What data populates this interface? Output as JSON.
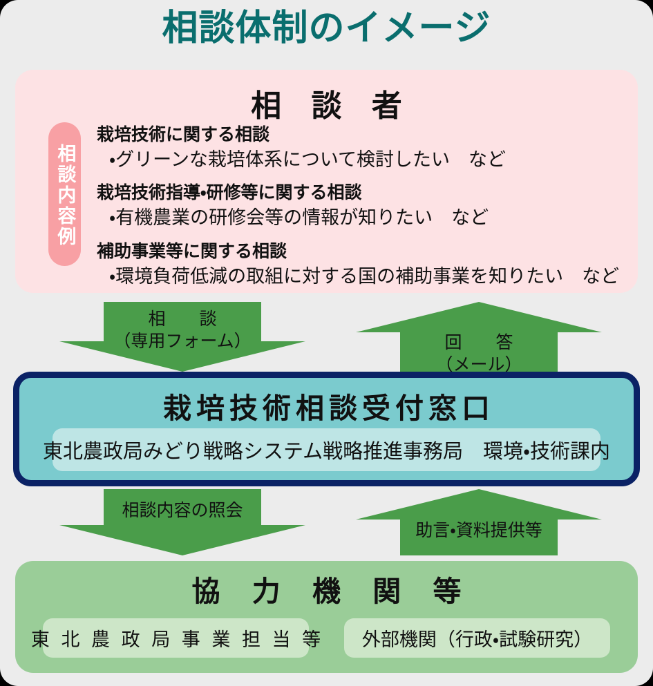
{
  "title": "相談体制のイメージ",
  "theme": {
    "background": "#ECECEC",
    "title_color": "#0A6E6E",
    "consultant_pink": "#FDE2E4",
    "side_tab_pink": "#F8A0A4",
    "arrow_green": "#4A9D4A",
    "desk_teal": "#7BCBCE",
    "desk_border_navy": "#0B2265",
    "desk_sub_teal": "#BEE5E5",
    "partners_green": "#9ACD98",
    "partner_chip_green": "#CDE6C8"
  },
  "consultant": {
    "heading": "相 談 者",
    "side_tab": "相談内容例",
    "items": [
      {
        "head": "栽培技術に関する相談",
        "body": "・グリーンな栽培体系について検討したい　など"
      },
      {
        "head": "栽培技術指導・研修等に関する相談",
        "body": "・有機農業の研修会等の情報が知りたい　など"
      },
      {
        "head": "補助事業等に関する相談",
        "body": "・環境負荷低減の取組に対する国の補助事業を知りたい　など"
      }
    ]
  },
  "arrows": {
    "consult": {
      "line1": "相　談",
      "line2": "（専用フォーム）",
      "direction": "down"
    },
    "reply": {
      "line1": "回　答",
      "line2": "（メール）",
      "direction": "up"
    },
    "inquiry": {
      "line1": "相談内容の照会",
      "direction": "down"
    },
    "advice": {
      "line1": "助言・資料提供等",
      "direction": "up"
    }
  },
  "desk": {
    "heading": "栽培技術相談受付窓口",
    "subtitle": "東北農政局みどり戦略システム戦略推進事務局　環境・技術課内"
  },
  "partners": {
    "heading": "協 力 機 関 等",
    "chips": [
      "東 北 農 政 局 事 業 担 当 等",
      "外部機関（行政・試験研究）"
    ]
  }
}
